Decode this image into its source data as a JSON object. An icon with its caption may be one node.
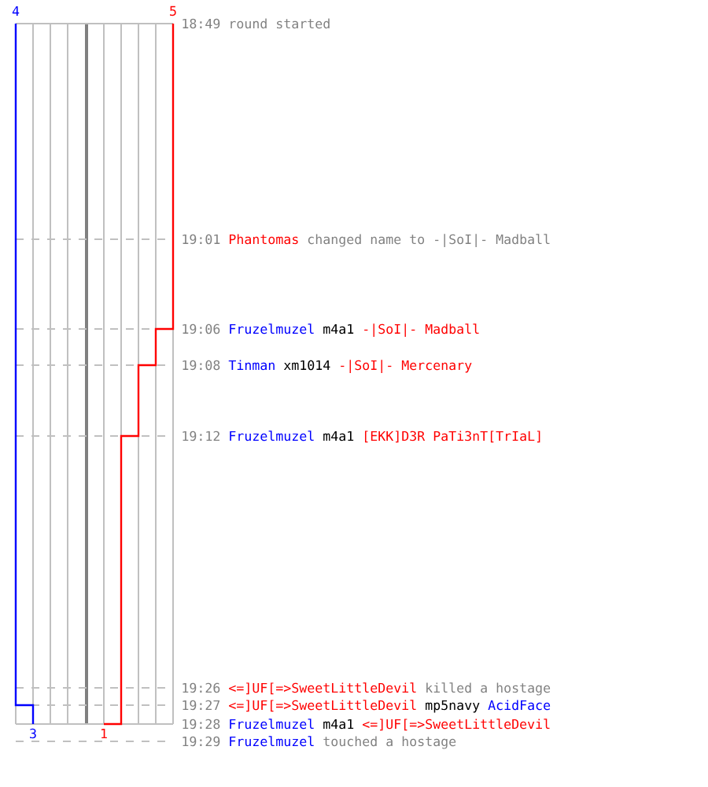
{
  "diagram": {
    "labels": [
      "4",
      "5",
      "18:49",
      "round started",
      "19:01",
      "Phantomas",
      "changed name to -|SoI|- Madball",
      "19:06",
      "Fruzelmuzel",
      "m4a1",
      "-|SoI|- Madball",
      "19:08",
      "Tinman",
      "xm1014",
      "-|SoI|- Mercenary",
      "19:12",
      "Fruzelmuzel",
      "m4a1",
      "[EKK]D3R PaTi3nT[TrIaL]",
      "19:26",
      "<=]UF[=>SweetLittleDevil",
      "killed a hostage",
      "19:27",
      "<=]UF[=>SweetLittleDevil",
      "mp5navy",
      "AcidFace",
      "19:28",
      "Fruzelmuzel",
      "m4a1",
      "<=]UF[=>SweetLittleDevil",
      "3",
      "1",
      "19:29",
      "Fruzelmuzel",
      "touched a hostage"
    ]
  }
}
